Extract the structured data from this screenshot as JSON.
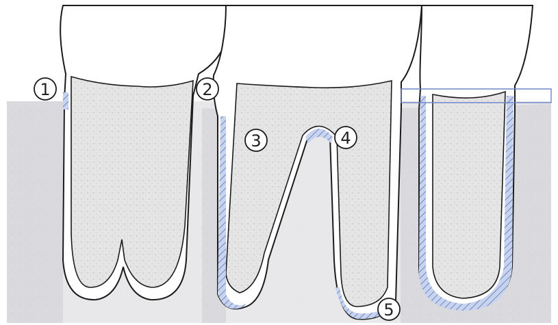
{
  "colors": {
    "background": "#ffffff",
    "bone": "#d9d9de",
    "tooth": "#ffffff",
    "pulp": "#e6e5e5",
    "ligament": "#c8d4ee",
    "hatch": "#6f86c7",
    "outline": "#1a1a1a"
  },
  "markers": [
    {
      "id": "1",
      "label": "1"
    },
    {
      "id": "2",
      "label": "2"
    },
    {
      "id": "3",
      "label": "3"
    },
    {
      "id": "4",
      "label": "4"
    },
    {
      "id": "5",
      "label": "5"
    }
  ]
}
